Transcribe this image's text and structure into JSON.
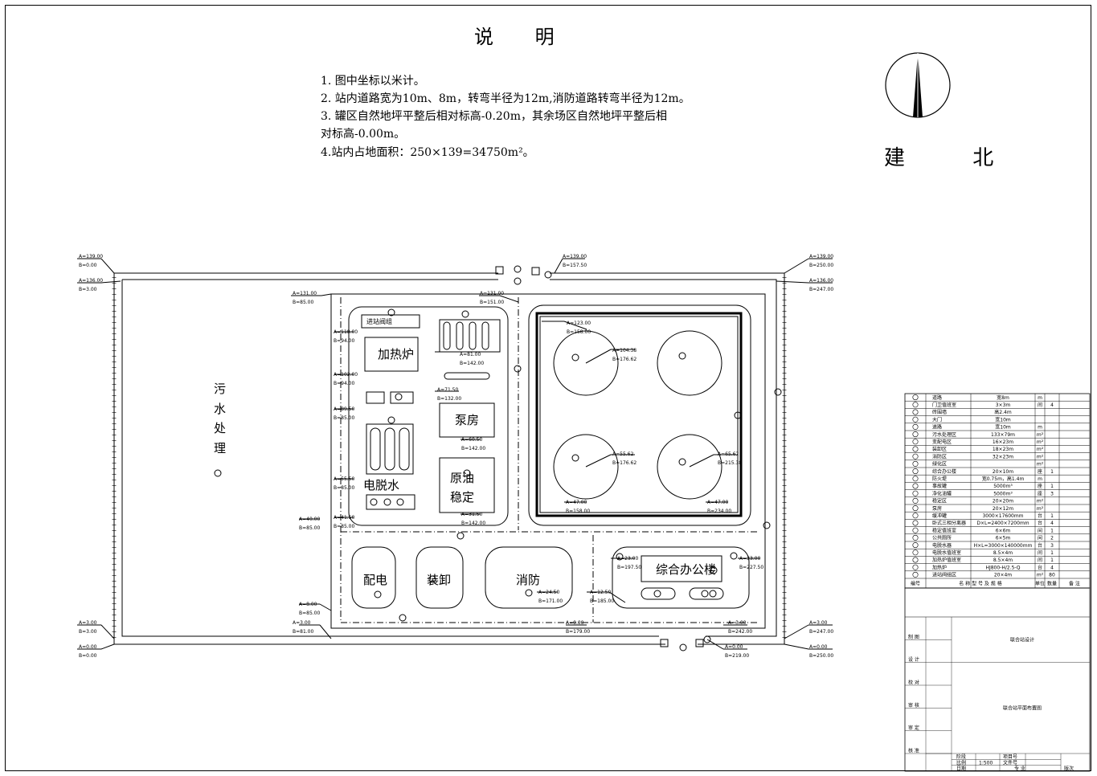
{
  "notes": {
    "title": "说 明",
    "lines": [
      "1. 图中坐标以米计。",
      "2. 站内道路宽为10m、8m，转弯半径为12m,消防道路转弯半径为12m。",
      "3. 罐区自然地坪平整后相对标高-0.20m，其余场区自然地坪平整后相",
      "对标高-0.00m。",
      "4.站内占地面积：250×139=34750m²。"
    ]
  },
  "north_label": "建 北",
  "areas": {
    "sewage": [
      "污",
      "水",
      "处",
      "理"
    ],
    "inlet_manifold": "进站阀组",
    "heater": "加热炉",
    "pump_house": "泵房",
    "crude_stabilize_1": "原油",
    "crude_stabilize_2": "稳定",
    "dehydration": "电脱水",
    "power": "配电",
    "loading": "装卸",
    "fire": "消防",
    "office": "综合办公楼"
  },
  "coords": {
    "c1a": "A=139.00",
    "c1b": "B=0.00",
    "c2a": "A=136.00",
    "c2b": "B=3.00",
    "c3a": "A=131.00",
    "c3b": "B=85.00",
    "c4a": "A=131.00",
    "c4b": "B=151.00",
    "c5a": "A=139.00",
    "c5b": "B=157.50",
    "c6a": "A=139.00",
    "c6b": "B=250.00",
    "c7a": "A=136.00",
    "c7b": "B=247.00",
    "c8a": "A=123.00",
    "c8b": "B=158.00",
    "c9a": "A=104.38",
    "c9b": "B=176.62",
    "c10a": "A=81.00",
    "c10b": "B=142.00",
    "c11a": "A=71.50",
    "c11b": "B=132.00",
    "c12a": "A=118.00",
    "c12b": "B=94.00",
    "c13a": "A=102.00",
    "c13b": "B=94.00",
    "c14a": "A=89.50",
    "c14b": "B=85.00",
    "c15a": "A=60.50",
    "c15b": "B=142.00",
    "c16a": "A=55.62",
    "c16b": "B=176.62",
    "c17a": "A=65.62",
    "c17b": "B=215.38",
    "c18a": "A=55.50",
    "c18b": "B=85.00",
    "c19a": "A=41.50",
    "c19b": "B=85.00",
    "c20a": "A=31.50",
    "c20b": "B=142.00",
    "c21a": "A=47.00",
    "c21b": "B=158.00",
    "c22a": "A=47.00",
    "c22b": "B=234.00",
    "c23a": "A=40.00",
    "c23b": "B=85.00",
    "c24a": "A=23.00",
    "c24b": "B=197.50",
    "c25a": "A=33.00",
    "c25b": "B=227.50",
    "c26a": "A=24.50",
    "c26b": "B=171.00",
    "c27a": "A=12.50",
    "c27b": "B=185.00",
    "c28a": "A=8.00",
    "c28b": "B=85.00",
    "c29a": "A=3.00",
    "c29b": "B=3.00",
    "c30a": "A=3.00",
    "c30b": "B=81.00",
    "c31a": "A=0.00",
    "c31b": "B=179.00",
    "c32a": "A=3.00",
    "c32b": "B=242.00",
    "c33a": "A=3.00",
    "c33b": "B=247.00",
    "c34a": "A=0.00",
    "c34b": "B=0.00",
    "c35a": "A=0.00",
    "c35b": "B=219.00",
    "c36a": "A=0.00",
    "c36b": "B=250.00"
  },
  "legend": {
    "rows": [
      {
        "name": "道路",
        "spec": "宽8m",
        "unit": "m",
        "qty": "",
        "note": ""
      },
      {
        "name": "门卫值班室",
        "spec": "3×3m",
        "unit": "间",
        "qty": "4",
        "note": ""
      },
      {
        "name": "砖围墙",
        "spec": "高2.4m",
        "unit": "",
        "qty": "",
        "note": ""
      },
      {
        "name": "大门",
        "spec": "宽10m",
        "unit": "",
        "qty": "",
        "note": ""
      },
      {
        "name": "道路",
        "spec": "宽10m",
        "unit": "m",
        "qty": "",
        "note": ""
      },
      {
        "name": "污水处理区",
        "spec": "133×79m",
        "unit": "m²",
        "qty": "",
        "note": ""
      },
      {
        "name": "变配电区",
        "spec": "16×23m",
        "unit": "m²",
        "qty": "",
        "note": ""
      },
      {
        "name": "装卸区",
        "spec": "18×23m",
        "unit": "m²",
        "qty": "",
        "note": ""
      },
      {
        "name": "消防区",
        "spec": "32×23m",
        "unit": "m²",
        "qty": "",
        "note": ""
      },
      {
        "name": "绿化区",
        "spec": "",
        "unit": "m²",
        "qty": "",
        "note": ""
      },
      {
        "name": "综合办公楼",
        "spec": "20×10m",
        "unit": "座",
        "qty": "1",
        "note": ""
      },
      {
        "name": "防火堤",
        "spec": "宽0.75m，高1.4m",
        "unit": "m",
        "qty": "",
        "note": ""
      },
      {
        "name": "事故罐",
        "spec": "5000m³",
        "unit": "座",
        "qty": "1",
        "note": ""
      },
      {
        "name": "净化油罐",
        "spec": "5000m³",
        "unit": "座",
        "qty": "3",
        "note": ""
      },
      {
        "name": "稳定区",
        "spec": "20×20m",
        "unit": "m²",
        "qty": "",
        "note": ""
      },
      {
        "name": "泵房",
        "spec": "20×12m",
        "unit": "m²",
        "qty": "",
        "note": ""
      },
      {
        "name": "缓冲罐",
        "spec": "3000×17600mm",
        "unit": "台",
        "qty": "1",
        "note": ""
      },
      {
        "name": "卧式三相分离器",
        "spec": "D×L=2400×7200mm",
        "unit": "台",
        "qty": "4",
        "note": ""
      },
      {
        "name": "稳定值班室",
        "spec": "6×6m",
        "unit": "间",
        "qty": "1",
        "note": ""
      },
      {
        "name": "公共厕所",
        "spec": "6×5m",
        "unit": "间",
        "qty": "2",
        "note": ""
      },
      {
        "name": "电脱水器",
        "spec": "H×L=3000×140000mm",
        "unit": "台",
        "qty": "3",
        "note": ""
      },
      {
        "name": "电脱水值班室",
        "spec": "8.5×4m",
        "unit": "间",
        "qty": "1",
        "note": ""
      },
      {
        "name": "加热炉值班室",
        "spec": "8.5×4m",
        "unit": "间",
        "qty": "1",
        "note": ""
      },
      {
        "name": "加热炉",
        "spec": "HJ800-H/2.5-Q",
        "unit": "台",
        "qty": "4",
        "note": ""
      },
      {
        "name": "进站阀组区",
        "spec": "20×4m",
        "unit": "m²",
        "qty": "80",
        "note": ""
      }
    ],
    "header": {
      "no": "编号",
      "spec": "名 称 型 号 及 规 格",
      "unit": "单位",
      "qty": "数量",
      "note": "备 注"
    }
  },
  "title_block": {
    "roles": [
      "制 图",
      "设 计",
      "校 对",
      "审 核",
      "审 定",
      "核 准"
    ],
    "project": "联合站设计",
    "drawing": "联合站平面布置图",
    "stage": "阶段",
    "scale": "比例",
    "scale_val": "1:500",
    "date": "日期",
    "item_no": "项目号",
    "file_no": "文件号",
    "major": "专 业",
    "version": "版次"
  }
}
